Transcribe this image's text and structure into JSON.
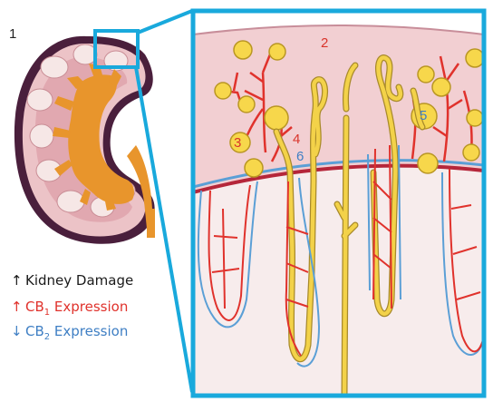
{
  "labels": {
    "n1": "1",
    "n2": "2",
    "n3": "3",
    "n4": "4",
    "n5": "5",
    "n6": "6"
  },
  "legend": {
    "damage": {
      "arrow": "↑",
      "text": "Kidney Damage",
      "color": "#1a1a1a"
    },
    "cb1": {
      "arrow": "↑",
      "prefix": "CB",
      "sub": "1",
      "suffix": " Expression",
      "color": "#e0322c"
    },
    "cb2": {
      "arrow": "↓",
      "prefix": "CB",
      "sub": "2",
      "suffix": " Expression",
      "color": "#3f7fc4"
    }
  },
  "colors": {
    "frame": "#19a9dc",
    "capsule": "#4a1f3c",
    "cortex": "#f2cfd2",
    "medulla": "#f7ecec",
    "pelvis": "#e8952c",
    "tubule": "#f3d249",
    "tubule_outline": "#a88a2b",
    "artery": "#e0322c",
    "vein": "#5b9fd6"
  }
}
